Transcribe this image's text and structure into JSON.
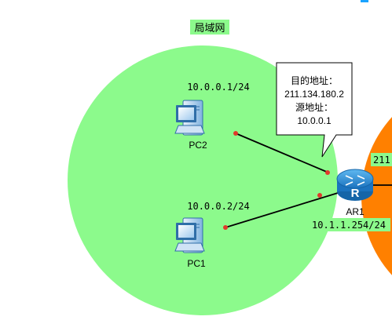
{
  "colors": {
    "lan_fill": "#8cfa8c",
    "wan_fill": "#ff8000",
    "label_bg": "#8cfa8c",
    "link": "#000000",
    "port_dot": "#e0392b",
    "router_blue": "#1f8bd4",
    "pc_blue": "#3f8fcf",
    "callout_bg": "#ffffff",
    "corner_mark": "#1aa3ff"
  },
  "diagram": {
    "lan_label": "局域网",
    "nodes": {
      "pc2": {
        "label": "PC2",
        "ip": "10.0.0.1/24",
        "icon": "pc-icon"
      },
      "pc1": {
        "label": "PC1",
        "ip": "10.0.0.2/24",
        "icon": "pc-icon"
      },
      "ar1": {
        "label": "AR1",
        "icon": "router-icon",
        "lan_ip": "10.1.1.254/24",
        "wan_ip_partial": "211"
      }
    },
    "callout": {
      "lines": [
        "目的地址：",
        "211.134.180.2",
        "源地址：",
        "10.0.0.1"
      ]
    },
    "links": [
      {
        "from": "pc2",
        "to": "ar1"
      },
      {
        "from": "pc1",
        "to": "ar1"
      },
      {
        "from": "ar1",
        "to": "wan"
      }
    ]
  }
}
